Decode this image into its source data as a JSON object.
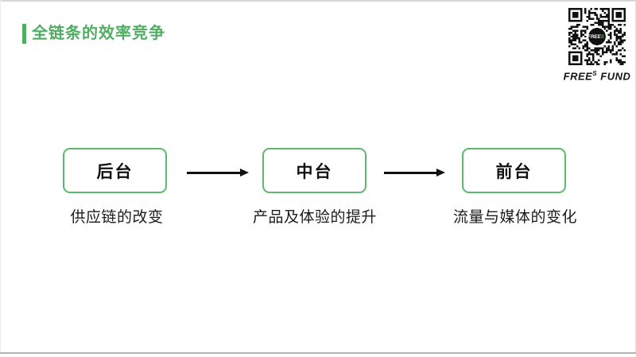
{
  "title": {
    "text": "全链条的效率竞争"
  },
  "qr": {
    "caption_pre": "FREE",
    "caption_sup": "S",
    "caption_post": " FUND",
    "logo_pre": "FREE",
    "logo_sup": "S"
  },
  "flow": {
    "nodes": [
      {
        "label": "后台",
        "caption": "供应链的改变"
      },
      {
        "label": "中台",
        "caption": "产品及体验的提升"
      },
      {
        "label": "前台",
        "caption": "流量与媒体的变化"
      }
    ]
  },
  "colors": {
    "accent_green": "#4fae62",
    "box_border_green": "#5cb96d",
    "arrow_black": "#111111"
  }
}
